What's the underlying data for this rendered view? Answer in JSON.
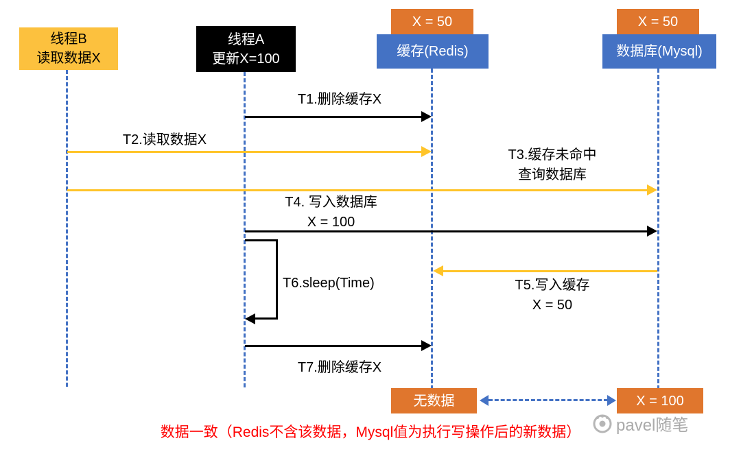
{
  "actors": {
    "threadB": {
      "line1": "线程B",
      "line2": "读取数据X"
    },
    "threadA": {
      "line1": "线程A",
      "line2": "更新X=100"
    },
    "redis": {
      "tag": "X = 50",
      "label": "缓存(Redis)"
    },
    "mysql": {
      "tag": "X = 50",
      "label": "数据库(Mysql)"
    }
  },
  "messages": {
    "t1": {
      "label": "T1.删除缓存X"
    },
    "t2": {
      "label": "T2.读取数据X"
    },
    "t3": {
      "line1": "T3.缓存未命中",
      "line2": "查询数据库"
    },
    "t4": {
      "line1": "T4. 写入数据库",
      "line2": "X = 100"
    },
    "t5": {
      "line1": "T5.写入缓存",
      "line2": "X = 50"
    },
    "t6": {
      "label": "T6.sleep(Time)"
    },
    "t7": {
      "label": "T7.删除缓存X"
    }
  },
  "results": {
    "redis": "无数据",
    "mysql": "X = 100"
  },
  "caption": "数据一致（Redis不含该数据，Mysql值为执行写操作后的新数据）",
  "watermark": "pavel随笔",
  "colors": {
    "actor_yellow": "#FCC13E",
    "actor_black": "#000000",
    "actor_blue": "#4472C4",
    "value_orange": "#E0762D",
    "arrow_yellow": "#FFC429",
    "arrow_black": "#000000",
    "lifeline_blue": "#4472C4",
    "caption_red": "#FF0000"
  }
}
